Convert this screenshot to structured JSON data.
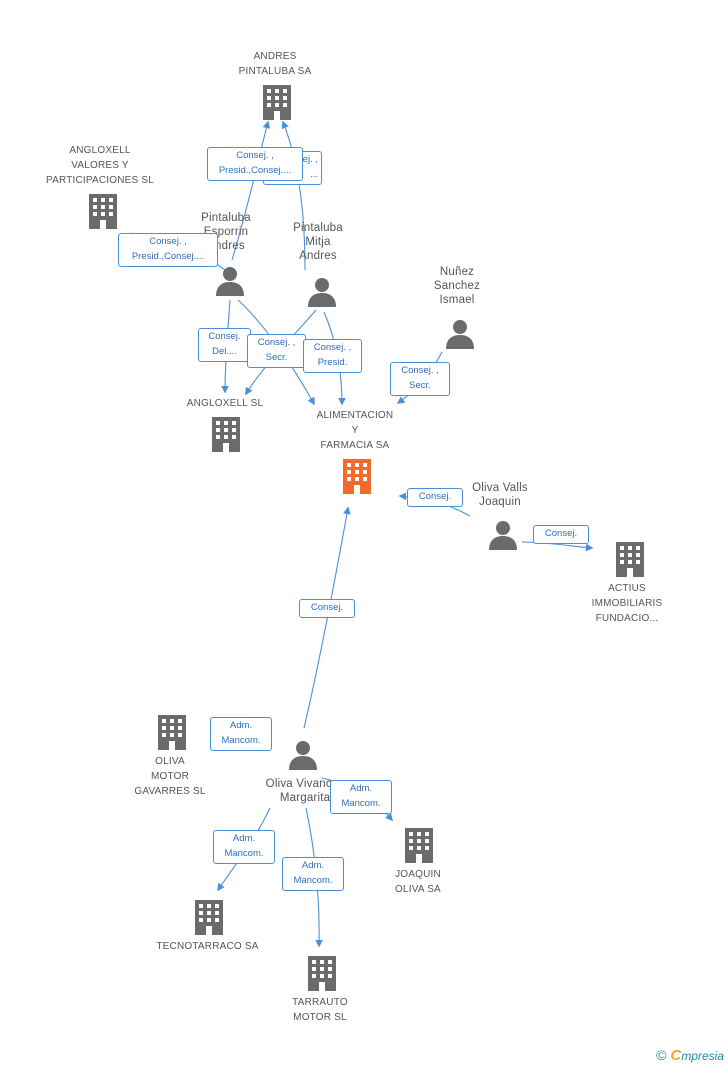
{
  "colors": {
    "edge": "#4a90d9",
    "node_gray": "#6b6b6b",
    "focus": "#f26a2b"
  },
  "nodes": {
    "andres_pintaluba": {
      "label": "ANDRES\nPINTALUBA SA",
      "type": "company",
      "icon": "building-icon"
    },
    "angloxell_valores": {
      "label": "ANGLOXELL\nVALORES Y\nPARTICIPACIONES SL",
      "type": "company",
      "icon": "building-icon"
    },
    "pintaluba_esporrin": {
      "label": "Pintaluba\nEsporrin\nAndres",
      "type": "person",
      "icon": "person-icon"
    },
    "pintaluba_mitja": {
      "label": "Pintaluba\nMitja\nAndres",
      "type": "person",
      "icon": "person-icon"
    },
    "nunez_sanchez": {
      "label": "Nuñez\nSanchez\nIsmael",
      "type": "person",
      "icon": "person-icon"
    },
    "angloxell_sl": {
      "label": "ANGLOXELL SL",
      "type": "company",
      "icon": "building-icon"
    },
    "alimentacion": {
      "label": "ALIMENTACION\nY\nFARMACIA SA",
      "type": "focus-company",
      "icon": "building-icon"
    },
    "oliva_valls": {
      "label": "Oliva Valls\nJoaquin",
      "type": "person",
      "icon": "person-icon"
    },
    "actius": {
      "label": "ACTIUS\nIMMOBILIARIS\nFUNDACIO...",
      "type": "company",
      "icon": "building-icon"
    },
    "oliva_motor": {
      "label": "OLIVA\nMOTOR\nGAVARRES  SL",
      "type": "company",
      "icon": "building-icon"
    },
    "oliva_vivancos": {
      "label": "Oliva Vivancos\nMargarita",
      "type": "person",
      "icon": "person-icon"
    },
    "joaquin_oliva": {
      "label": "JOAQUIN\nOLIVA SA",
      "type": "company",
      "icon": "building-icon"
    },
    "tecnotarraco": {
      "label": "TECNOTARRACO SA",
      "type": "company",
      "icon": "building-icon"
    },
    "tarrauto": {
      "label": "TARRAUTO\nMOTOR SL",
      "type": "company",
      "icon": "building-icon"
    }
  },
  "edge_labels": {
    "andres_back": "Consej. ,\n...",
    "andres_front": "Consej. ,\nPresid.,Consej....",
    "angloxell_valores": "Consej. ,\nPresid.,Consej....",
    "esporrin_angloxell": "Consej.\nDel....",
    "mitja_angloxell": "Consej. ,\nSecr.",
    "mitja_alimentacion": "Consej. ,\nPresid.",
    "nunez_alimentacion": "Consej. ,\nSecr.",
    "oliva_valls_alimentacion": "Consej.",
    "oliva_valls_actius": "Consej.",
    "vivancos_alimentacion": "Consej.",
    "vivancos_oliva_motor": "Adm.\nMancom.",
    "vivancos_joaquin": "Adm.\nMancom.",
    "vivancos_tecnotarraco": "Adm.\nMancom.",
    "vivancos_tarrauto": "Adm.\nMancom."
  },
  "brand": {
    "copyright": "©",
    "e": "C",
    "rest": "mpresia"
  }
}
